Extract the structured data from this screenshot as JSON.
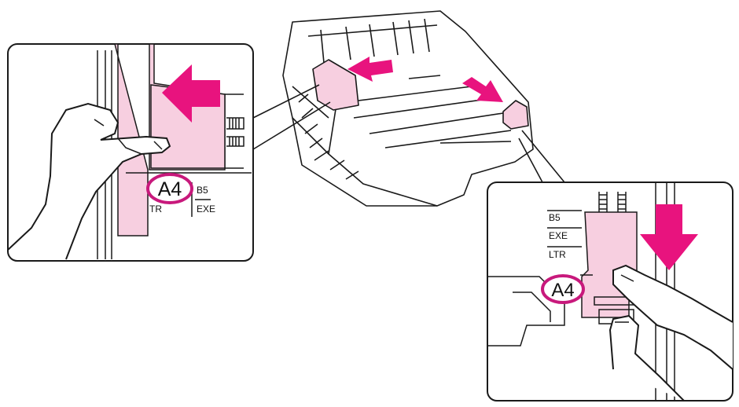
{
  "labels": {
    "left_inset": {
      "size": "A4",
      "scale_top": "B5",
      "scale_left": "TR",
      "scale_bottom": "EXE"
    },
    "right_inset": {
      "scale_1": "B5",
      "scale_2": "EXE",
      "scale_3": "LTR",
      "size": "A4"
    }
  },
  "colors": {
    "arrow": "#e8137e",
    "guide_fill": "#f7cfe0",
    "highlight_ring": "#c8197c",
    "line": "#1a1a1a"
  }
}
